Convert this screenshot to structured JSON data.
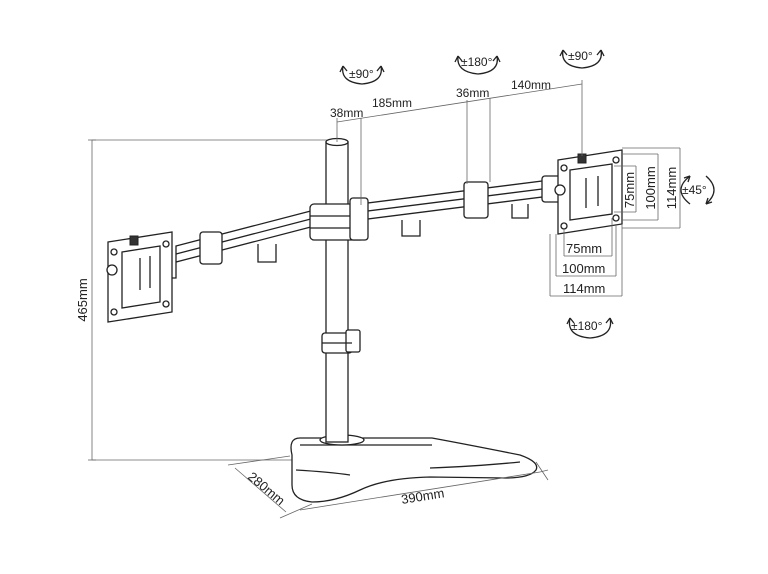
{
  "labels": {
    "height": "465mm",
    "base_depth": "280mm",
    "base_width": "390mm",
    "seg_a": "38mm",
    "seg_b": "185mm",
    "seg_c": "36mm",
    "seg_d": "140mm",
    "vesa_v75": "75mm",
    "vesa_v100": "100mm",
    "vesa_v114": "114mm",
    "vesa_h75": "75mm",
    "vesa_h100": "100mm",
    "vesa_h114": "114mm",
    "rot_arm1": "±90°",
    "rot_arm2": "±180°",
    "rot_head_top": "±90°",
    "tilt": "±45°",
    "rot_head_bottom": "±180°"
  }
}
